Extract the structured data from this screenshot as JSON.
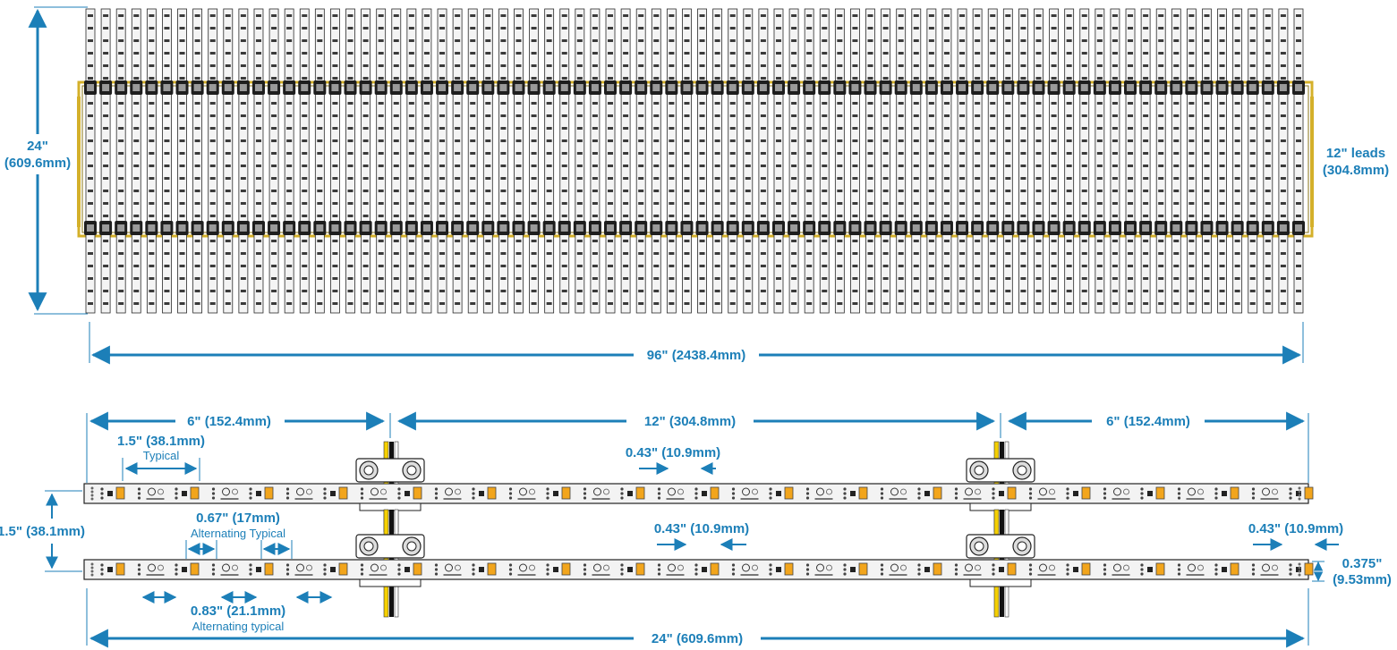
{
  "colors": {
    "dimension": "#1c7fb8",
    "strip_body": "#f3f3f3",
    "strip_outline": "#222222",
    "led_amber": "#f2a51c",
    "wire_yellow": "#f5d000",
    "wire_black": "#111111"
  },
  "panel": {
    "strip_count": 80,
    "height_label": {
      "line1": "24\"",
      "line2": "(609.6mm)"
    },
    "width_label": "96\" (2438.4mm)",
    "leads_label": {
      "line1": "12\" leads",
      "line2": "(304.8mm)"
    }
  },
  "detail": {
    "top_left_span": "6\" (152.4mm)",
    "top_middle_span": "12\" (304.8mm)",
    "top_right_span": "6\" (152.4mm)",
    "led_pitch": {
      "line1": "1.5\" (38.1mm)",
      "line2": "Typical"
    },
    "end_gap_top": "0.43\" (10.9mm)",
    "end_gap_middle": "0.43\" (10.9mm)",
    "end_gap_right": "0.43\" (10.9mm)",
    "strip_spacing": "1.5\" (38.1mm)",
    "alt_pitch_a": {
      "line1": "0.67\" (17mm)",
      "line2": "Alternating Typical"
    },
    "alt_pitch_b": {
      "line1": "0.83\" (21.1mm)",
      "line2": "Alternating typical"
    },
    "strip_width": {
      "line1": "0.375\"",
      "line2": "(9.53mm)"
    },
    "overall_length": "24\" (609.6mm)"
  }
}
